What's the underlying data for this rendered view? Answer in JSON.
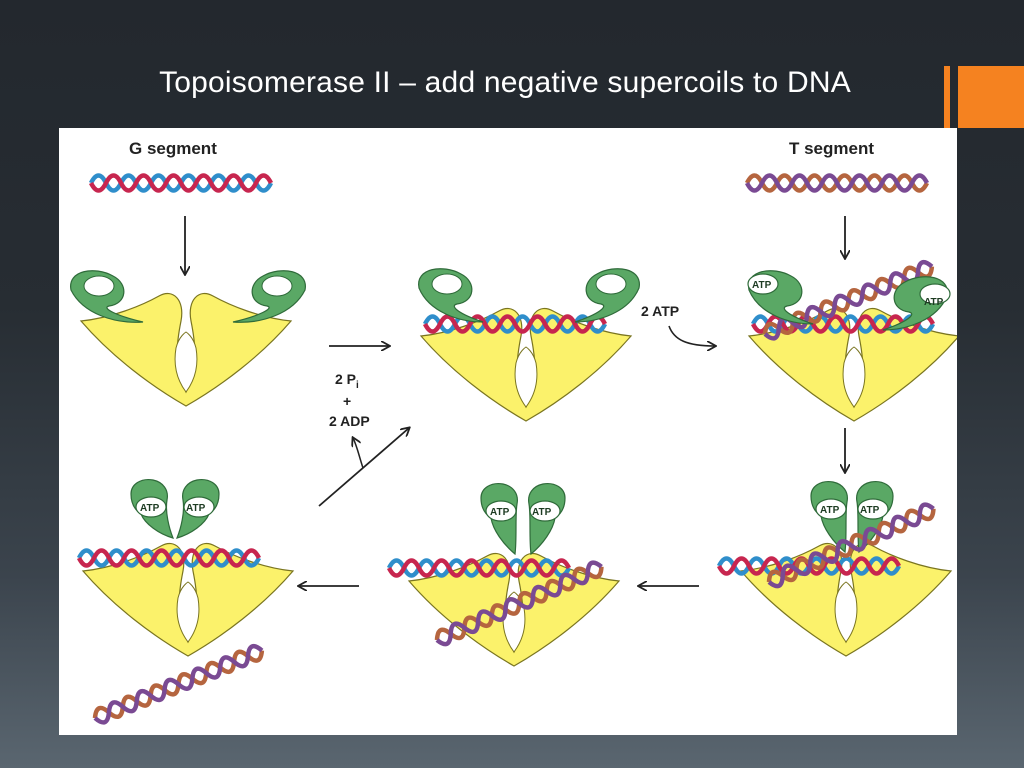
{
  "slide": {
    "title": "Topoisomerase II – add negative supercoils to DNA"
  },
  "diagram": {
    "g_segment_label": "G segment",
    "t_segment_label": "T segment",
    "step_atp_label": "2 ATP",
    "step_release_pi": "2 P",
    "step_release_pi_sub": "i",
    "step_release_plus": "+",
    "step_release_adp": "2 ADP",
    "atp_badge": "ATP"
  },
  "colors": {
    "background_dark": "#23282e",
    "accent_orange": "#f58220",
    "enzyme_yellow": "#fbf26b",
    "clamp_green": "#5aa865",
    "g_dna_blue": "#2f8ecb",
    "g_dna_red": "#c7264f",
    "t_dna_brown": "#b5653f",
    "t_dna_purple": "#7a4a93"
  }
}
